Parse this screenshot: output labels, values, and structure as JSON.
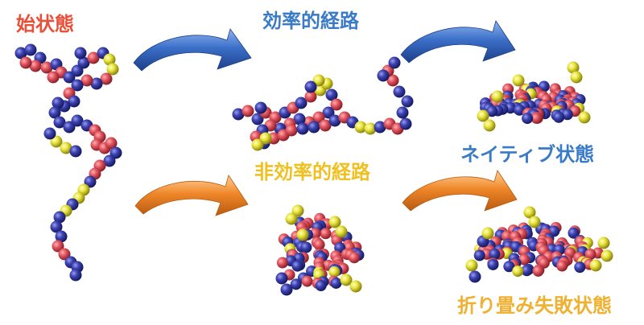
{
  "labels": {
    "initial_state": "始状態",
    "efficient_path": "効率的経路",
    "native_state": "ネイティブ状態",
    "inefficient_path": "非効率的経路",
    "misfolded_state": "折り畳み失敗状態"
  },
  "colors": {
    "initial_label": "#e8503a",
    "efficient_label": "#3a7bc8",
    "native_label": "#3a7bc8",
    "inefficient_label": "#f0c020",
    "misfolded_label": "#f0b030",
    "arrow_blue": "#3b6fc8",
    "arrow_orange": "#f08a2a",
    "bead_red": "#e0505a",
    "bead_blue": "#3a3fa8",
    "bead_yellow": "#e6e23a"
  }
}
